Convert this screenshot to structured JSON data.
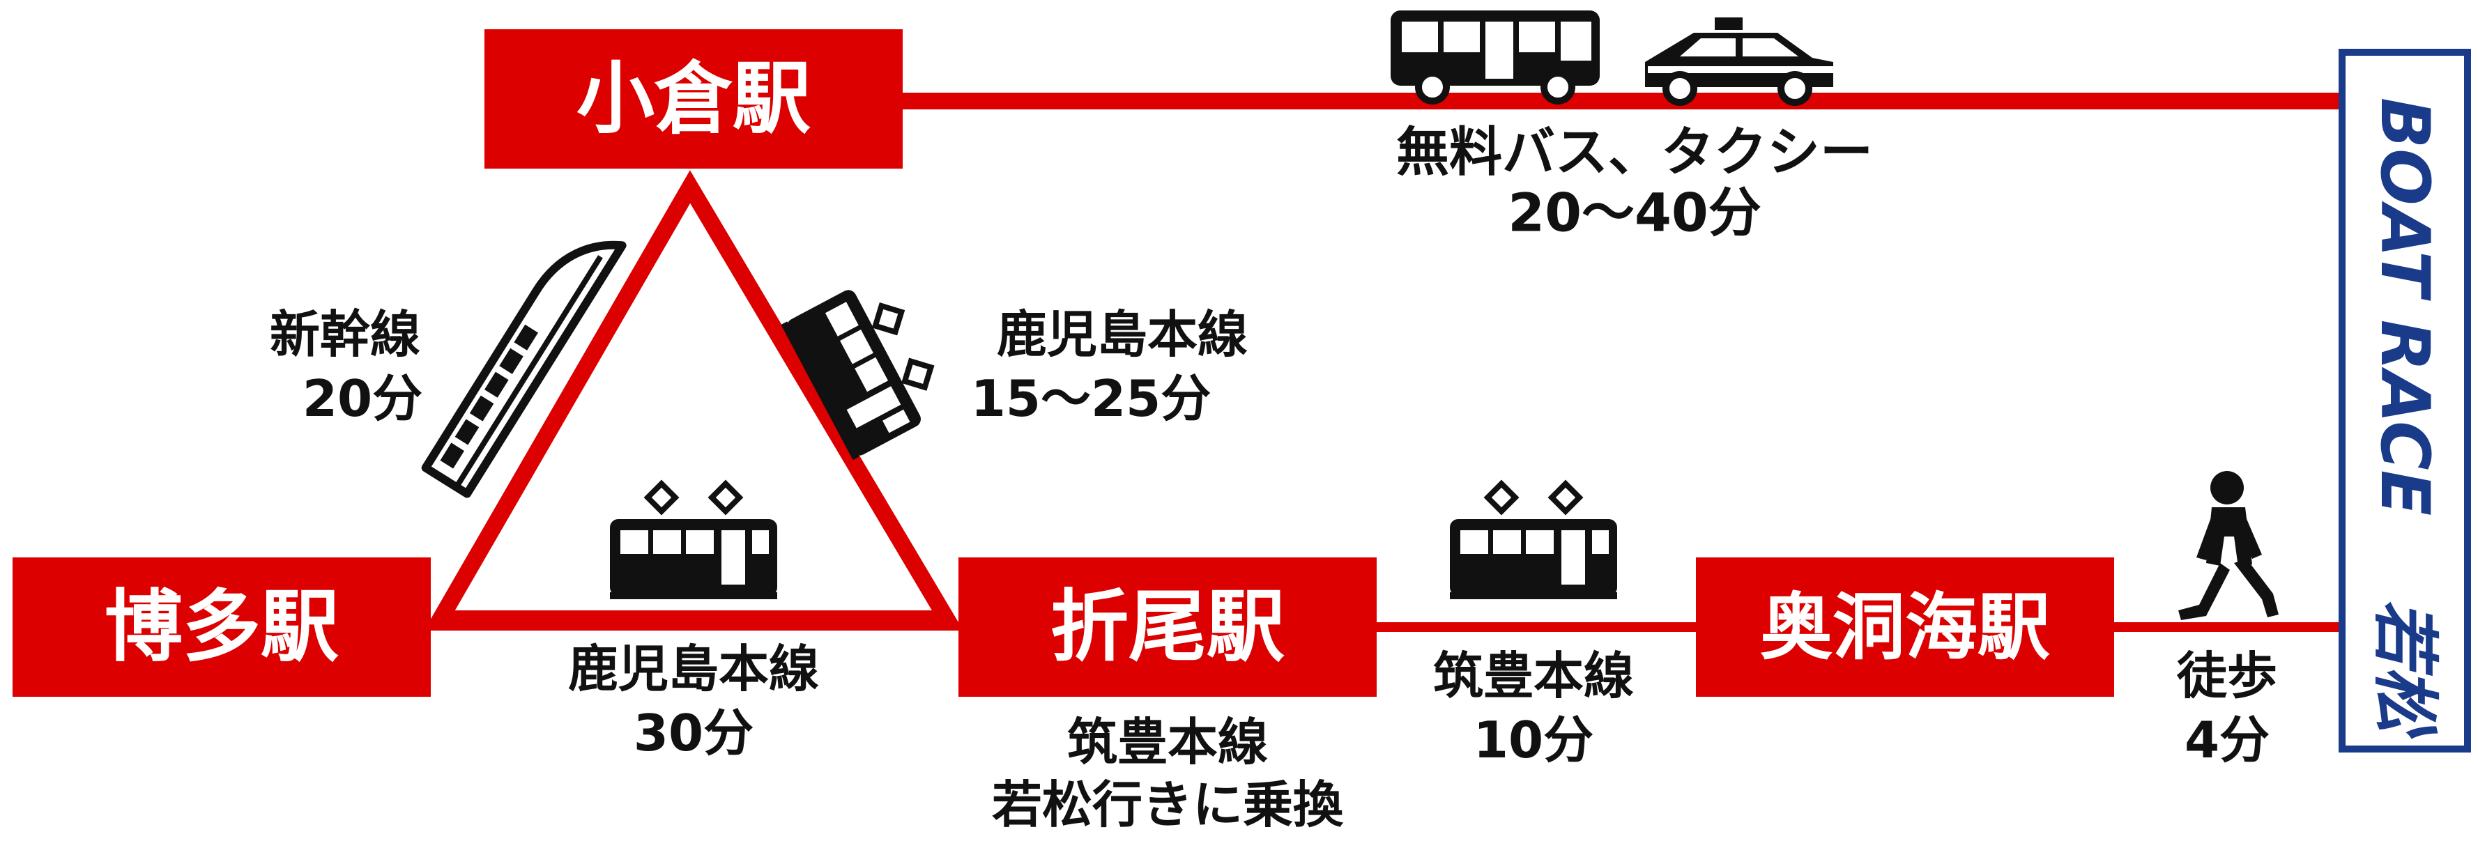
{
  "colors": {
    "accent": "#dd0000",
    "boatrace": "#1a3a8a",
    "text": "#111111"
  },
  "stations": {
    "kokura": "小倉駅",
    "hakata": "博多駅",
    "orio": "折尾駅",
    "okudokai": "奥洞海駅"
  },
  "boatrace": {
    "name": "BOAT RACE",
    "place": "若松"
  },
  "routes": {
    "kokura_boatrace": {
      "line1": "無料バス、タクシー",
      "line2": "20〜40分",
      "icons": [
        "bus-icon",
        "taxi-icon"
      ]
    },
    "hakata_kokura": {
      "line1": "新幹線",
      "line2": "20分",
      "icons": [
        "shinkansen-icon"
      ]
    },
    "kokura_orio": {
      "line1": "鹿児島本線",
      "line2": "15〜25分",
      "icons": [
        "train-icon"
      ]
    },
    "hakata_orio": {
      "line1": "鹿児島本線",
      "line2": "30分",
      "icons": [
        "train-icon"
      ]
    },
    "orio_transfer": {
      "line1": "筑豊本線",
      "line2": "若松行きに乗換"
    },
    "orio_okudokai": {
      "line1": "筑豊本線",
      "line2": "10分",
      "icons": [
        "train-icon"
      ]
    },
    "okudokai_boatrace": {
      "line1": "徒歩",
      "line2": "4分",
      "icons": [
        "walking-person-icon"
      ]
    }
  }
}
